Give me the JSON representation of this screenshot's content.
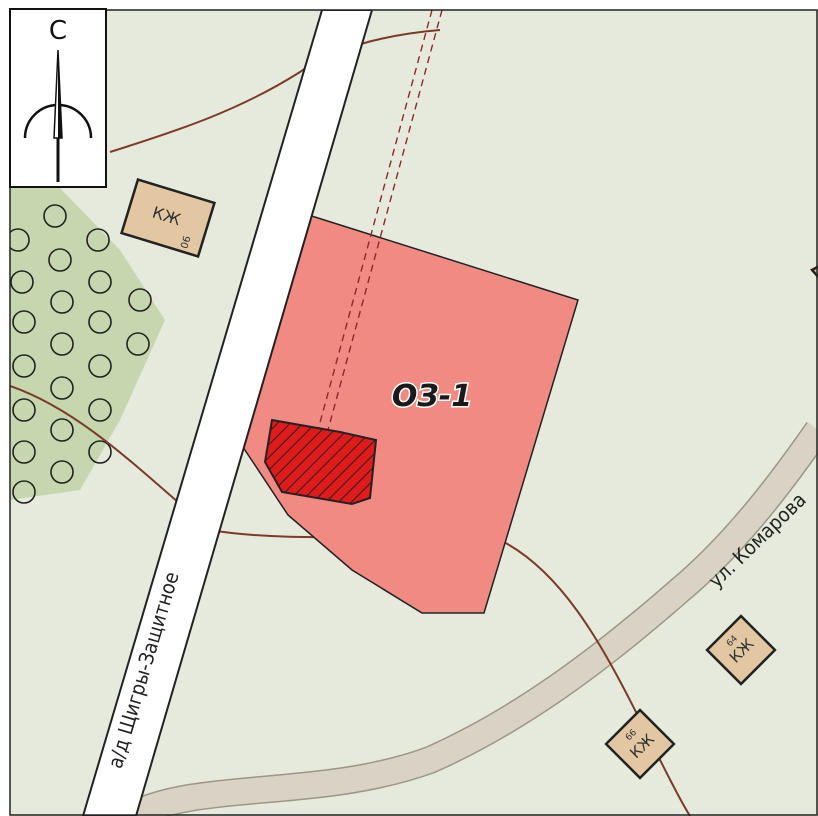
{
  "map": {
    "compass": {
      "letter": "С",
      "icon": "north-arrow-icon"
    },
    "zone_label": "ОЗ-1",
    "roads": {
      "highway_label": "а/д Щигры-Защитное",
      "street_label": "ул. Комарова"
    },
    "buildings": [
      {
        "type": "КЖ",
        "number": "90"
      },
      {
        "type": "КЖ",
        "number": "64"
      },
      {
        "type": "КЖ",
        "number": "66"
      }
    ],
    "colors": {
      "background": "#e6eadc",
      "zone_fill": "#f28a84",
      "zone_stroke": "#222222",
      "building_fill": "#e3c7a3",
      "highway": "#ffffff",
      "street": "#d8d3c4",
      "boundary_line": "#7a3b2a",
      "forest": "#c6d7af",
      "hatched_object": "#e01b1b"
    }
  }
}
